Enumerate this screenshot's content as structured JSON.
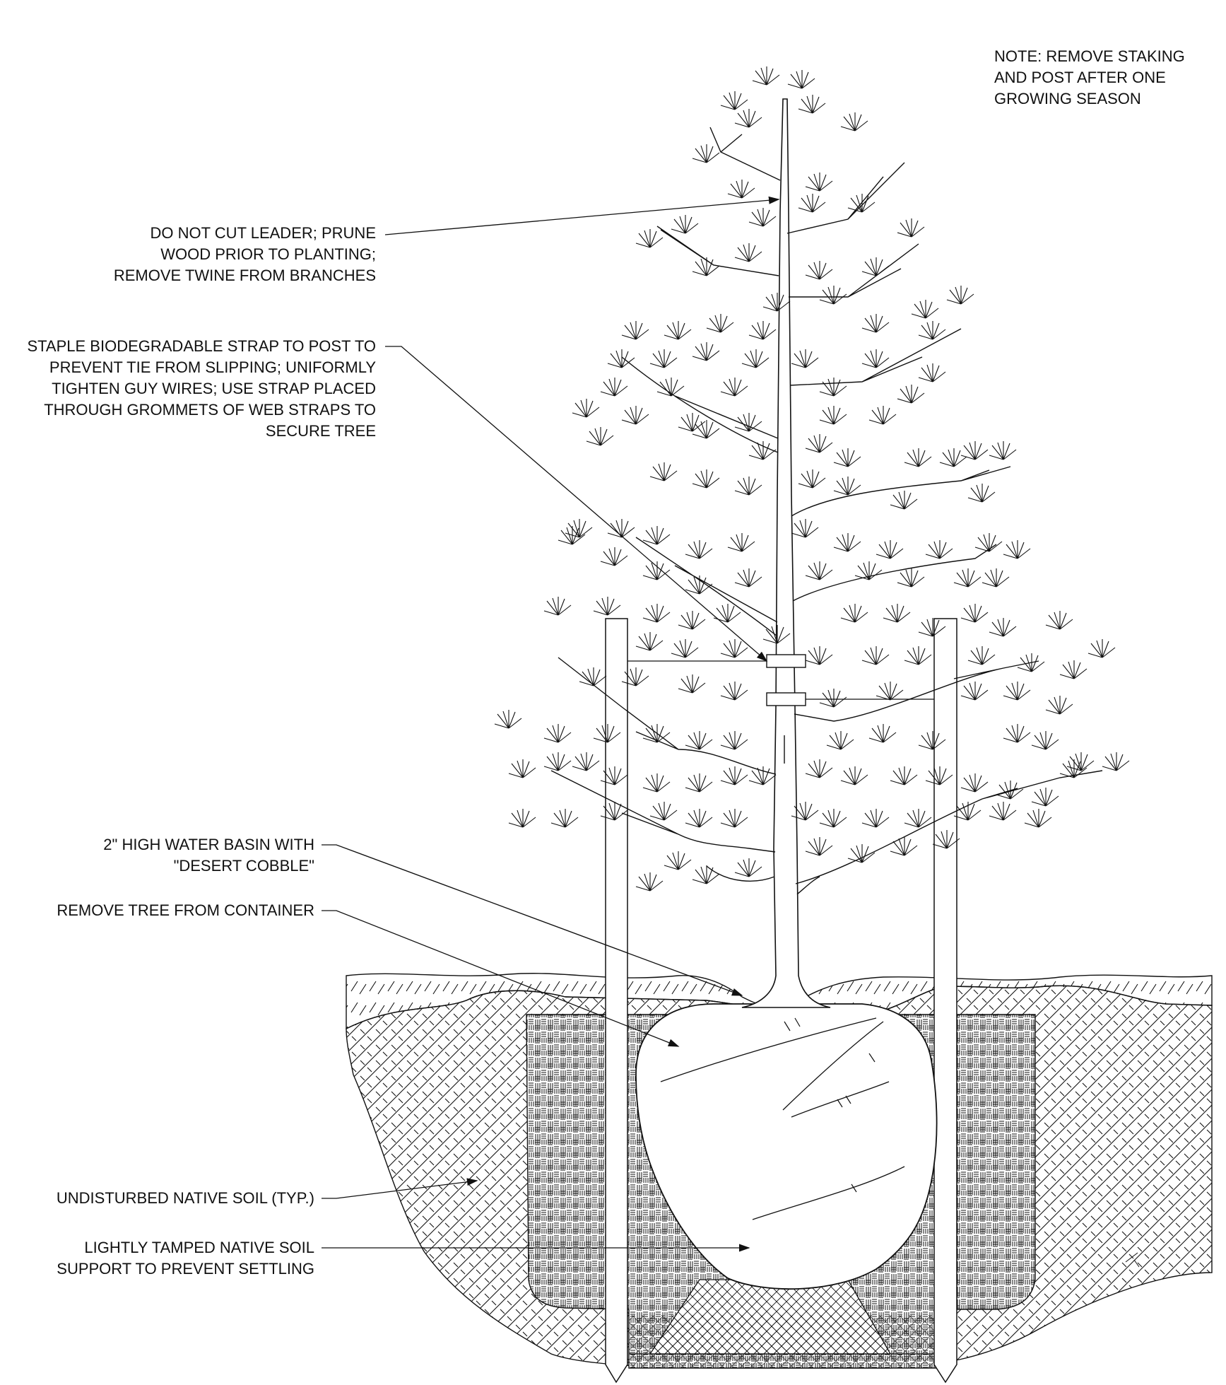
{
  "colors": {
    "ink": "#111111",
    "background": "#ffffff"
  },
  "notes": {
    "staking": "NOTE: REMOVE STAKING\nAND POST AFTER ONE\nGROWING SEASON",
    "leader": "DO NOT CUT LEADER; PRUNE\nWOOD PRIOR TO PLANTING;\nREMOVE TWINE FROM BRANCHES",
    "strap": "STAPLE BIODEGRADABLE STRAP TO POST TO\nPREVENT TIE FROM SLIPPING; UNIFORMLY\nTIGHTEN GUY WIRES; USE STRAP PLACED\nTHROUGH GROMMETS OF WEB STRAPS TO\nSECURE TREE",
    "basin": "2\" HIGH WATER BASIN WITH\n\"DESERT COBBLE\"",
    "container": "REMOVE TREE FROM CONTAINER",
    "native_soil": "UNDISTURBED NATIVE SOIL (TYP.)",
    "tamped_soil": "LIGHTLY TAMPED NATIVE SOIL\nSUPPORT TO PREVENT SETTLING"
  }
}
